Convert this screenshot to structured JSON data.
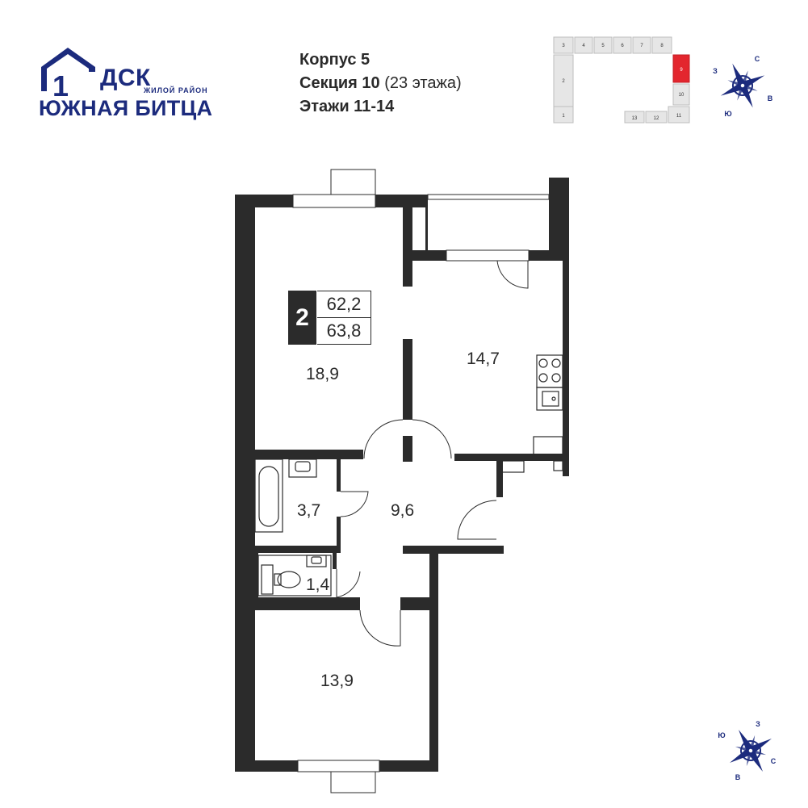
{
  "brand": {
    "logo_number": "1",
    "logo_text": "ДСК",
    "subtitle": "ЖИЛОЙ РАЙОН",
    "name": "ЮЖНАЯ БИТЦА",
    "color": "#1c2b7d"
  },
  "building_info": {
    "corpus": "Корпус 5",
    "section": "Секция 10",
    "section_floors": "(23 этажа)",
    "floors": "Этажи 11-14"
  },
  "apartment": {
    "rooms": "2",
    "area_living": "62,2",
    "area_total": "63,8"
  },
  "rooms": [
    {
      "id": "room-18-9",
      "area": "18,9"
    },
    {
      "id": "kitchen-14-7",
      "area": "14,7"
    },
    {
      "id": "bathroom-3-7",
      "area": "3,7"
    },
    {
      "id": "hall-9-6",
      "area": "9,6"
    },
    {
      "id": "toilet-1-4",
      "area": "1,4"
    },
    {
      "id": "room-13-9",
      "area": "13,9"
    }
  ],
  "key_plan": {
    "sections": [
      "1",
      "2",
      "3",
      "4",
      "5",
      "6",
      "7",
      "8",
      "9",
      "10",
      "11",
      "12",
      "13"
    ],
    "highlight": "9",
    "highlight_color": "#e3262e"
  },
  "compass_top": {
    "n": "С",
    "s": "Ю",
    "w": "З",
    "e": "В"
  },
  "compass_bottom": {
    "n": "З",
    "s": "В",
    "w": "Ю",
    "e": "С"
  },
  "colors": {
    "wall": "#2b2b2b",
    "accent": "#1c2b7d"
  }
}
